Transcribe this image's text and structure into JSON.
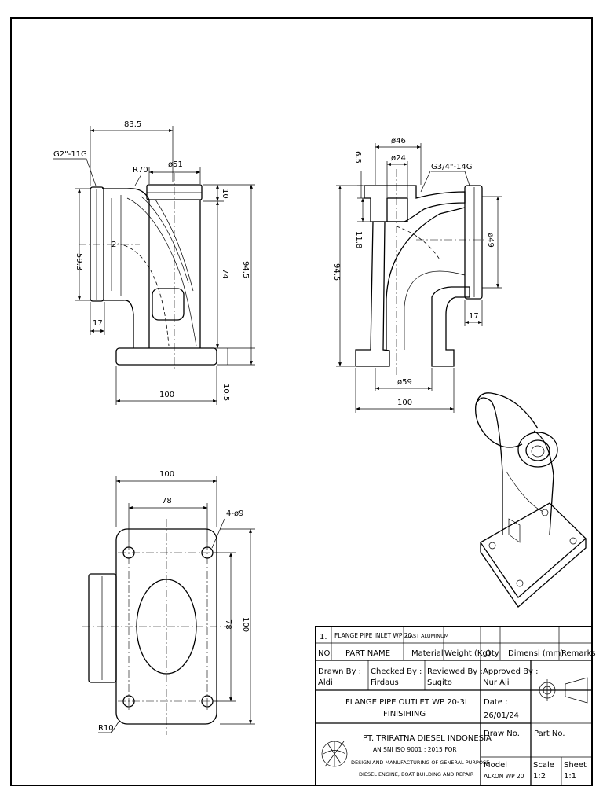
{
  "dimensions": {
    "side": {
      "thread": "G2\"-11G",
      "width_top": "83.5",
      "radius": "R70",
      "bore": "ø51",
      "height_opening": "59.3",
      "top_thickness": "10",
      "height_body": "74",
      "height_total": "94.5",
      "inlet_length": "17",
      "base_width": "100",
      "base_thickness": "10.5",
      "center_mark": "2"
    },
    "section": {
      "outer_dia": "ø46",
      "inner_dia": "ø24",
      "thread": "G3/4\"-14G",
      "top_thickness": "6.5",
      "boss_depth": "11.8",
      "height_total": "94.5",
      "outlet_dia": "ø49",
      "outlet_length": "17",
      "bore_dia": "ø59",
      "base_width": "100"
    },
    "plan": {
      "overall": "100",
      "bolt_spacing": "78",
      "holes": "4-ø9",
      "bolt_spacing_v": "78",
      "overall_v": "100",
      "corner_radius": "R10"
    }
  },
  "title_block": {
    "row1": {
      "no": "1.",
      "part": "FLANGE PIPE INLET WP 20",
      "material": "CAST ALUMINUM"
    },
    "headers": {
      "no": "NO.",
      "part": "PART NAME",
      "material": "Material",
      "weight": "Weight (Kg)",
      "qty": "Qty",
      "dimensi": "Dimensi (mm)",
      "remarks": "Remarks"
    },
    "drawn_by_label": "Drawn By :",
    "drawn_by": "Aldi",
    "checked_by_label": "Checked By :",
    "checked_by": "Firdaus",
    "reviewed_by_label": "Reviewed By :",
    "reviewed_by": "Sugito",
    "approved_by_label": "Approved By :",
    "approved_by": "Nur Aji",
    "drawing_title_1": "FLANGE PIPE OUTLET WP 20-3L",
    "drawing_title_2": "FINISIHING",
    "date_label": "Date :",
    "date": "26/01/24",
    "company": "PT. TRIRATNA DIESEL INDONESIA",
    "iso": "AN SNI ISO 9001 : 2015 FOR",
    "business_1": "DESIGN AND MANUFACTURING OF GENERAL PURPOSE",
    "business_2": "DIESEL ENGINE, BOAT BUILDING AND REPAIR",
    "drawing_no_label": "Draw No.",
    "part_no_label": "Part No.",
    "model_label": "Model",
    "model": "ALKON WP 20",
    "scale_label": "Scale",
    "scale": "1:2",
    "sheet_label": "Sheet",
    "sheet": "1:1"
  }
}
